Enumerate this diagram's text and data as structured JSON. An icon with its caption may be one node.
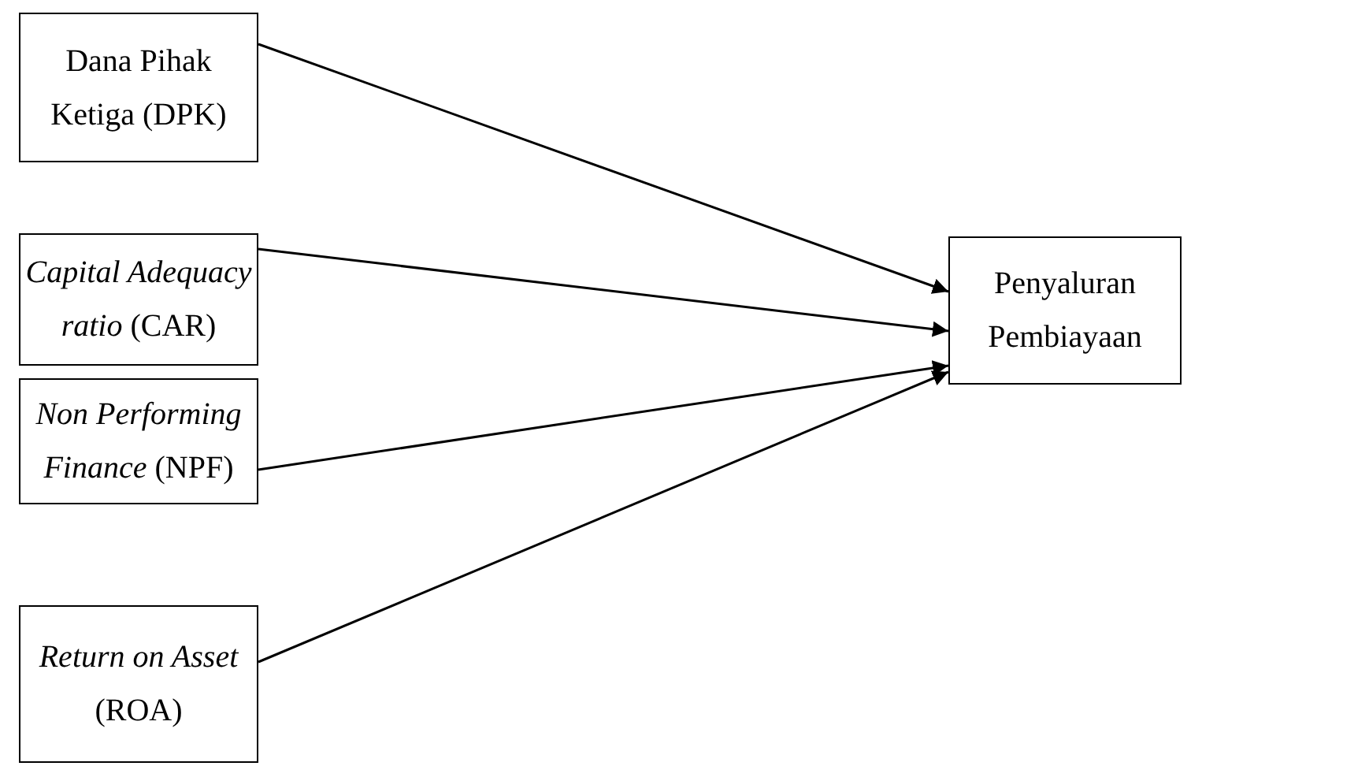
{
  "diagram": {
    "nodes": [
      {
        "text": [
          "Dana Pihak Ketiga (DPK)"
        ]
      },
      {
        "text": [
          "*Capital Adequacy ratio* (CAR)"
        ]
      },
      {
        "text": [
          "*Non Performing Finance* (NPF)"
        ]
      },
      {
        "text": [
          "*Return on Asset* (ROA)"
        ]
      },
      {
        "text": [
          "Penyaluran Pembiayaan"
        ]
      }
    ],
    "edges": [
      {
        "from": 0,
        "to": 4,
        "arrow": "to"
      },
      {
        "from": 1,
        "to": 4,
        "arrow": "to"
      },
      {
        "from": 2,
        "to": 4,
        "arrow": "to"
      },
      {
        "from": 3,
        "to": 4,
        "arrow": "to"
      }
    ]
  }
}
